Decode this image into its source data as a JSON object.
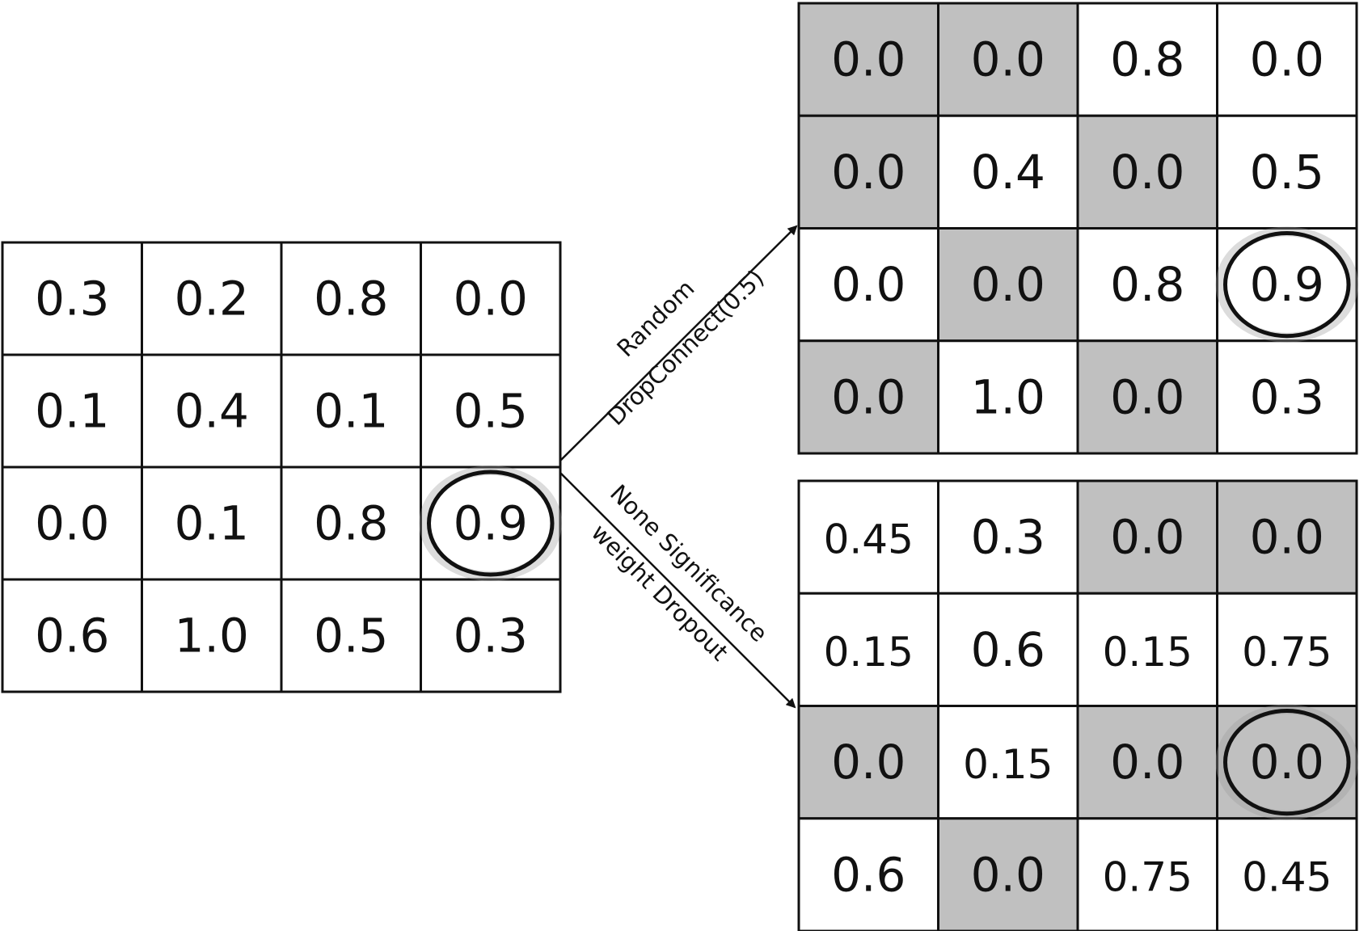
{
  "colors": {
    "dropped": "#c0c0c0",
    "kept": "#ffffff",
    "border": "#111111"
  },
  "matrices": [
    {
      "id": "original",
      "values": [
        [
          "0.3",
          "0.2",
          "0.8",
          "0.0"
        ],
        [
          "0.1",
          "0.4",
          "0.1",
          "0.5"
        ],
        [
          "0.0",
          "0.1",
          "0.8",
          "0.9"
        ],
        [
          "0.6",
          "1.0",
          "0.5",
          "0.3"
        ]
      ],
      "dropped": [
        [
          false,
          false,
          false,
          false
        ],
        [
          false,
          false,
          false,
          false
        ],
        [
          false,
          false,
          false,
          false
        ],
        [
          false,
          false,
          false,
          false
        ]
      ],
      "highlight": [
        2,
        3
      ]
    },
    {
      "id": "random-dropconnect",
      "values": [
        [
          "0.0",
          "0.0",
          "0.8",
          "0.0"
        ],
        [
          "0.0",
          "0.4",
          "0.0",
          "0.5"
        ],
        [
          "0.0",
          "0.0",
          "0.8",
          "0.9"
        ],
        [
          "0.0",
          "1.0",
          "0.0",
          "0.3"
        ]
      ],
      "dropped": [
        [
          true,
          true,
          false,
          false
        ],
        [
          true,
          false,
          true,
          false
        ],
        [
          false,
          true,
          false,
          false
        ],
        [
          true,
          false,
          true,
          false
        ]
      ],
      "highlight": [
        2,
        3
      ]
    },
    {
      "id": "significance-dropout",
      "values": [
        [
          "0.45",
          "0.3",
          "0.0",
          "0.0"
        ],
        [
          "0.15",
          "0.6",
          "0.15",
          "0.75"
        ],
        [
          "0.0",
          "0.15",
          "0.0",
          "0.0"
        ],
        [
          "0.6",
          "0.0",
          "0.75",
          "0.45"
        ]
      ],
      "dropped": [
        [
          false,
          false,
          true,
          true
        ],
        [
          false,
          false,
          false,
          false
        ],
        [
          true,
          false,
          true,
          true
        ],
        [
          false,
          true,
          false,
          false
        ]
      ],
      "highlight": [
        2,
        3
      ]
    }
  ],
  "arrows": {
    "upper": {
      "line1": "Random",
      "line2": "DropConnect(0.5)"
    },
    "lower": {
      "line1": "None Significance",
      "line2": "weight Dropout"
    }
  }
}
